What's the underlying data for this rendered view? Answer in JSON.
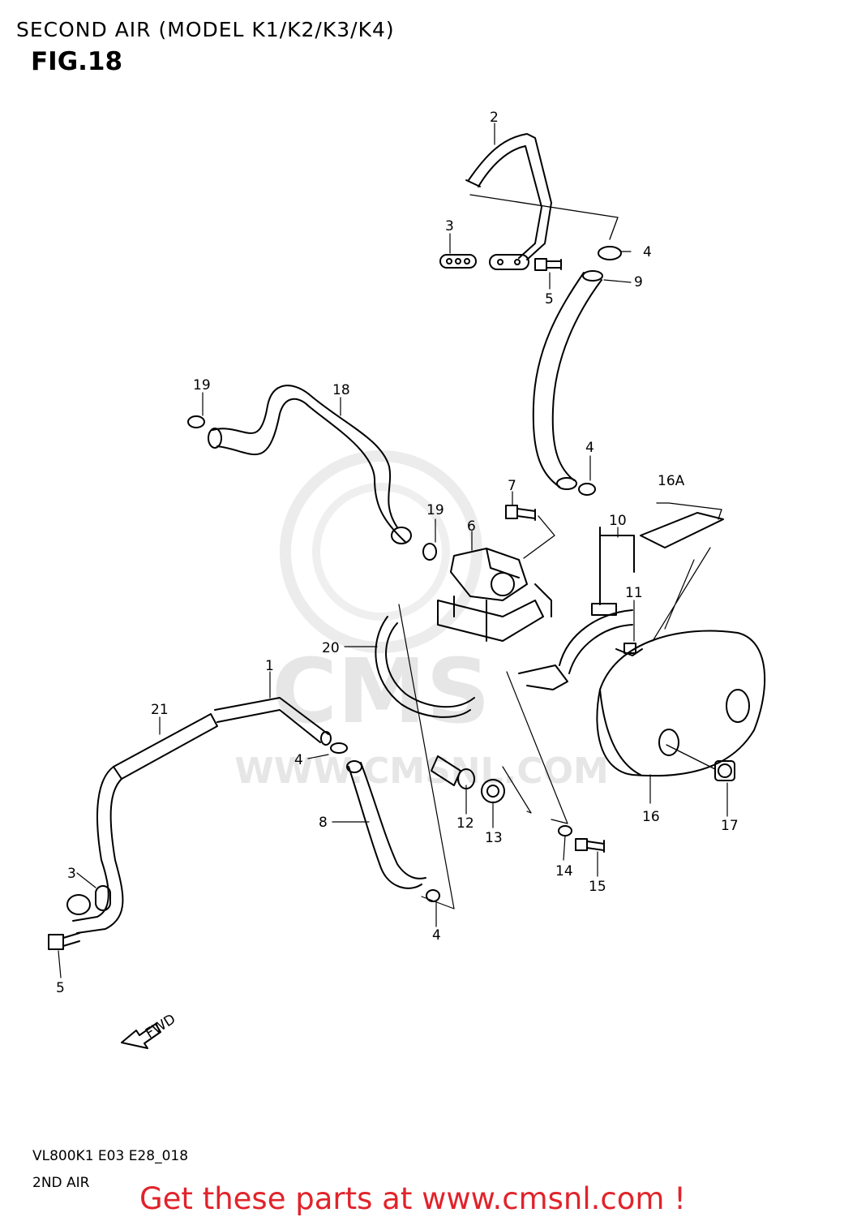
{
  "header": {
    "title": "SECOND AIR (MODEL K1/K2/K3/K4)",
    "figure": "FIG.18"
  },
  "watermark": {
    "brand": "CMS",
    "site": "WWW.CMSNL.COM"
  },
  "callouts": {
    "c2": "2",
    "c3_top": "3",
    "c4_top": "4",
    "c5_top": "5",
    "c9": "9",
    "c19_left": "19",
    "c18": "18",
    "c4_mid": "4",
    "c7": "7",
    "c16a": "16A",
    "c19_mid": "19",
    "c6": "6",
    "c10": "10",
    "c11": "11",
    "c20": "20",
    "c1": "1",
    "c21": "21",
    "c4_low": "4",
    "c8": "8",
    "c12": "12",
    "c13": "13",
    "c16": "16",
    "c17": "17",
    "c14": "14",
    "c15": "15",
    "c3_bottom": "3",
    "c4_bottom": "4",
    "c5_bottom": "5"
  },
  "fwd_arrow": "FWD",
  "footer": {
    "model_code": "VL800K1 E03 E28_018",
    "section": "2ND AIR",
    "promo": "Get these parts at www.cmsnl.com !"
  },
  "colors": {
    "line": "#000000",
    "promo": "#e1232a",
    "watermark": "#e6e6e6"
  }
}
